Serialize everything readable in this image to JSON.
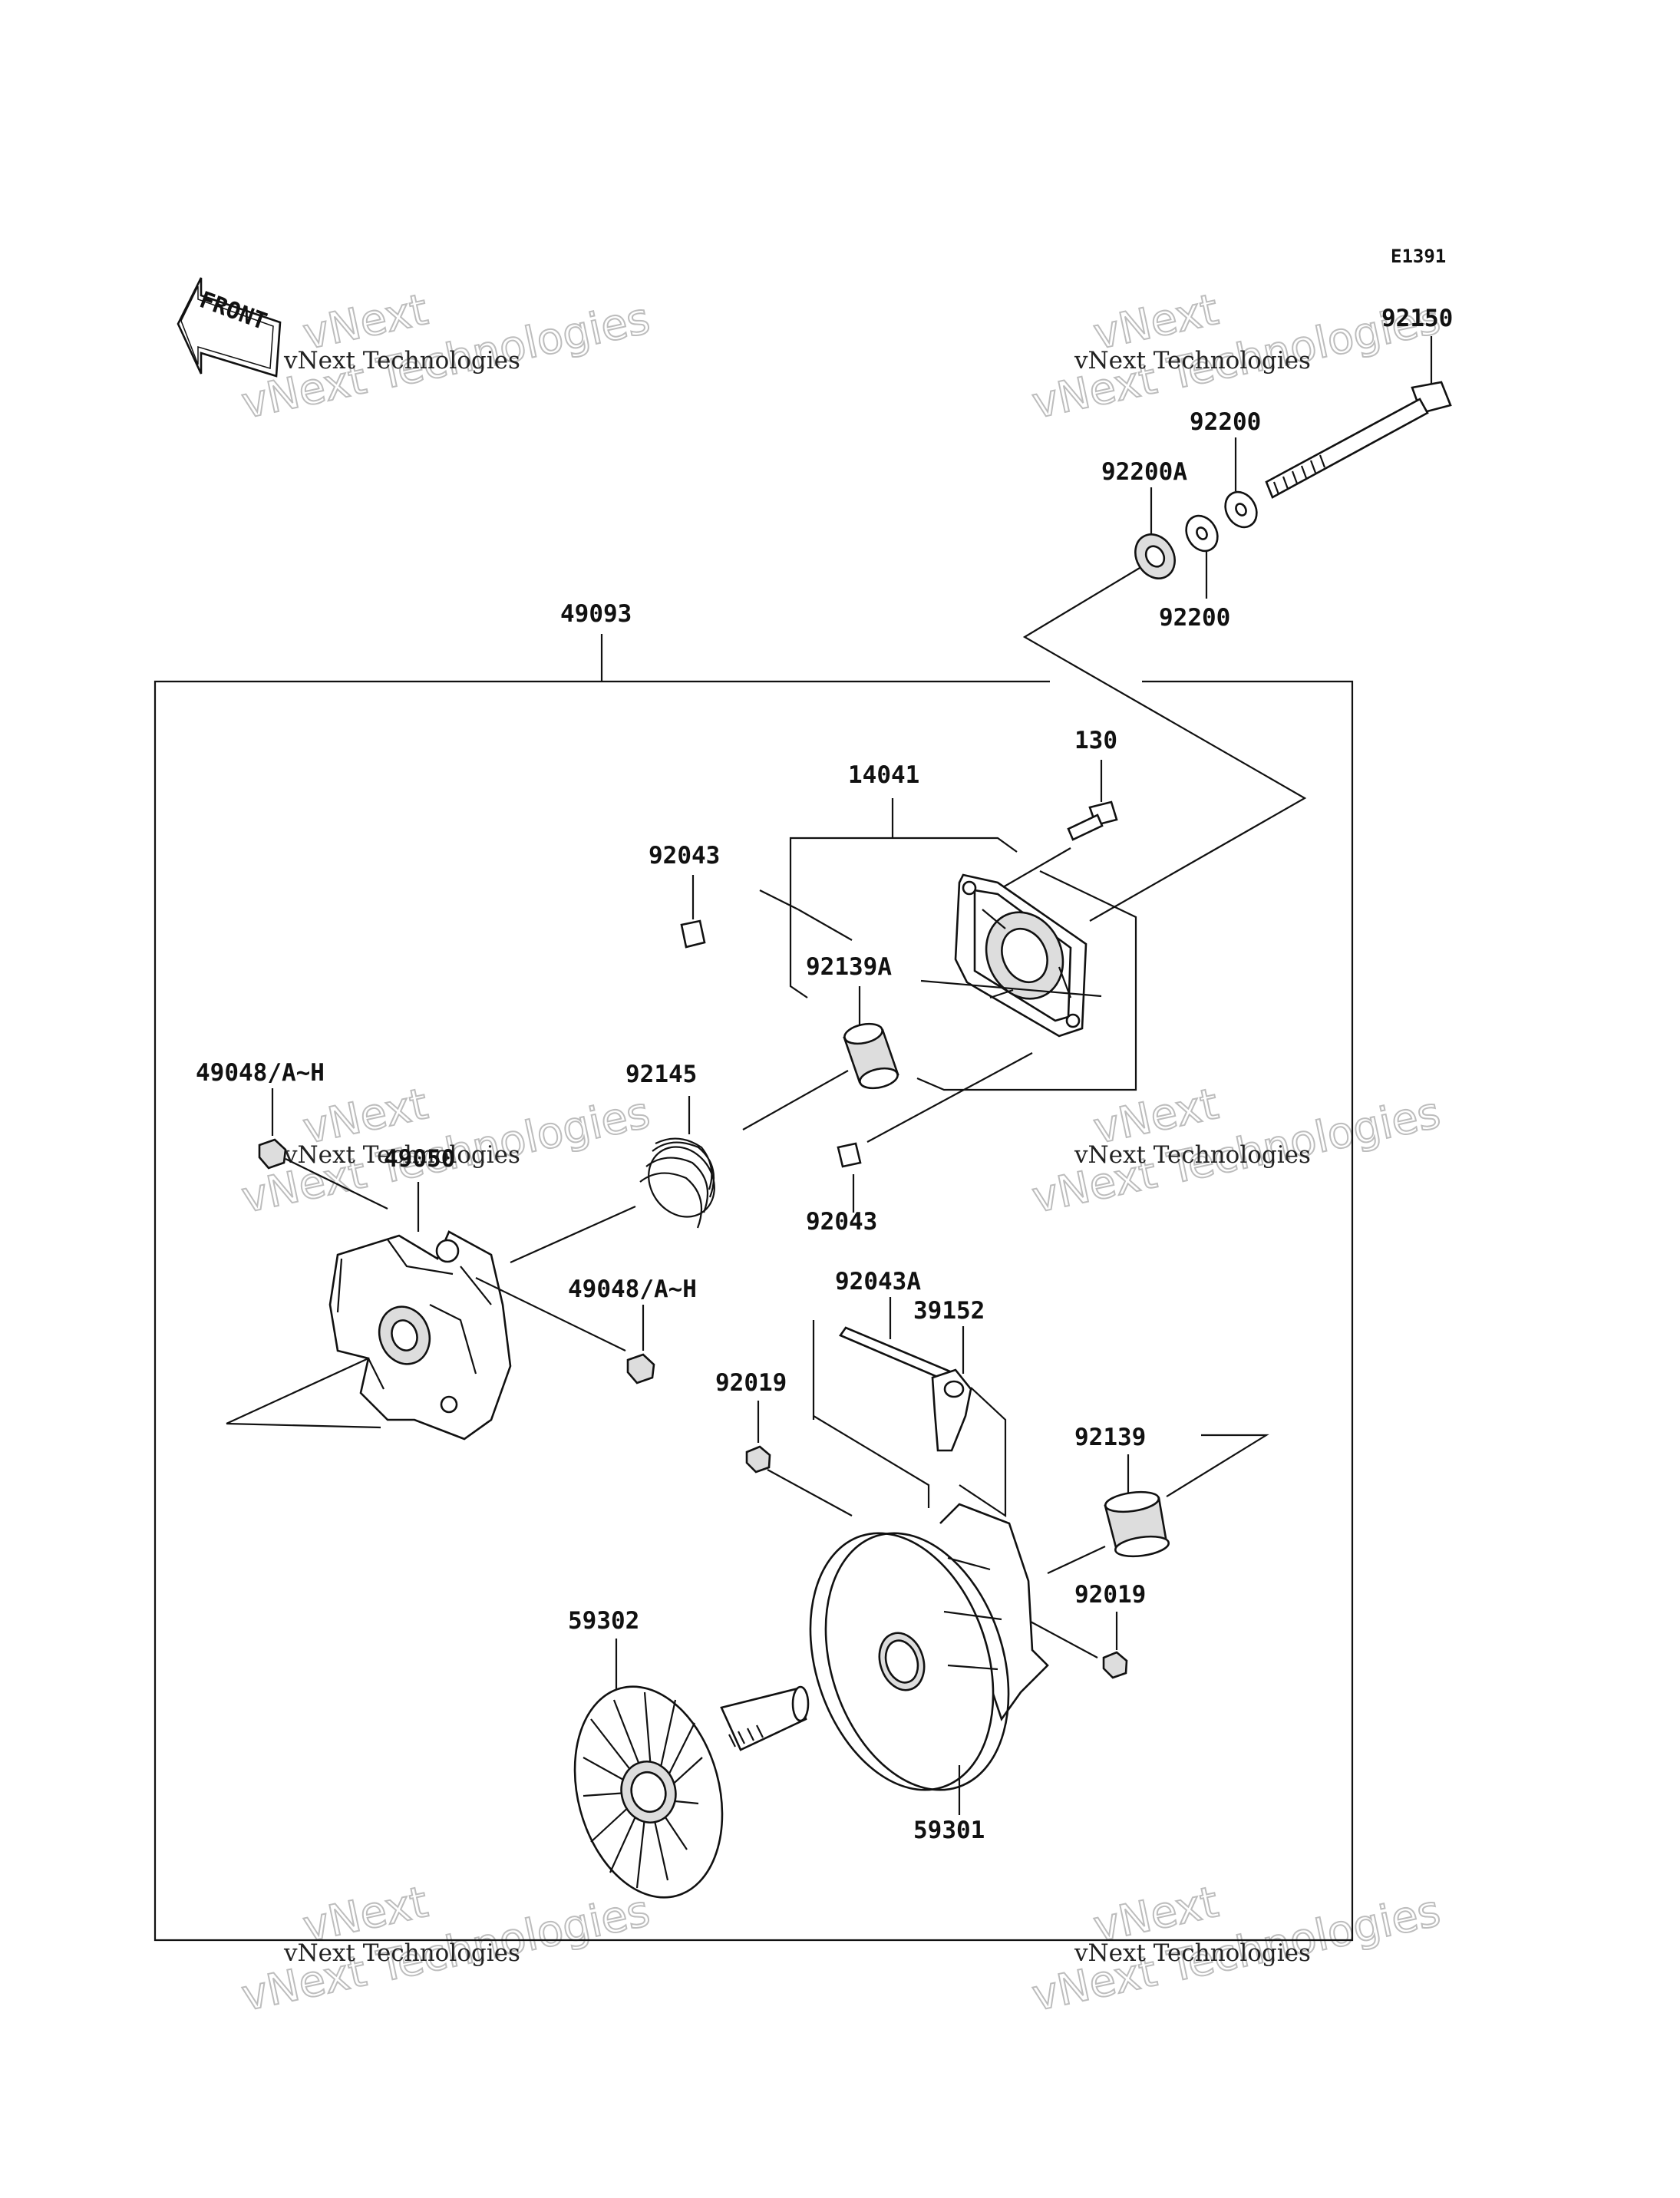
{
  "diagram": {
    "code": "E1391",
    "front_label": "FRONT",
    "watermark": {
      "line1": "vNext Technologies",
      "line2": "vNext Technologies"
    },
    "parts": [
      {
        "id": "49093"
      },
      {
        "id": "92150"
      },
      {
        "id": "92200"
      },
      {
        "id": "92200A"
      },
      {
        "id": "92200"
      },
      {
        "id": "130"
      },
      {
        "id": "14041"
      },
      {
        "id": "92043"
      },
      {
        "id": "92139A"
      },
      {
        "id": "92145"
      },
      {
        "id": "49048/A~H"
      },
      {
        "id": "49050"
      },
      {
        "id": "92043"
      },
      {
        "id": "49048/A~H"
      },
      {
        "id": "92043A"
      },
      {
        "id": "39152"
      },
      {
        "id": "92019"
      },
      {
        "id": "92139"
      },
      {
        "id": "92019"
      },
      {
        "id": "59302"
      },
      {
        "id": "59301"
      }
    ]
  }
}
